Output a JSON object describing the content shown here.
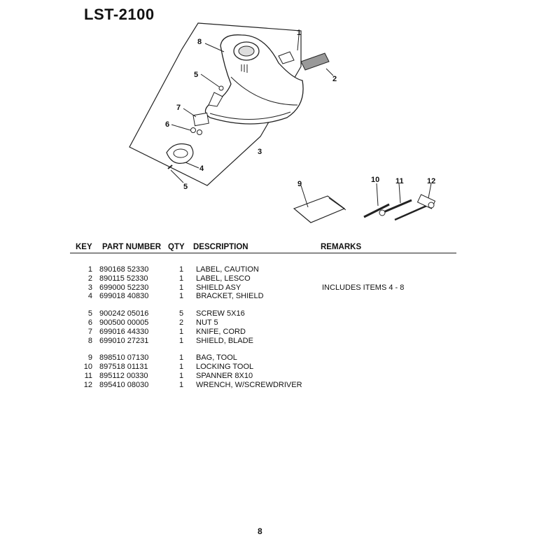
{
  "header": {
    "model": "LST-2100"
  },
  "diagram": {
    "callouts": [
      "1",
      "2",
      "3",
      "4",
      "5",
      "5",
      "6",
      "7",
      "8",
      "9",
      "10",
      "11",
      "12"
    ]
  },
  "table": {
    "columns": {
      "key": "KEY",
      "part_number": "PART NUMBER",
      "qty": "QTY",
      "description": "DESCRIPTION",
      "remarks": "REMARKS"
    },
    "groups": [
      [
        {
          "key": "1",
          "part_number": "890168 52330",
          "qty": "1",
          "description": "LABEL, CAUTION",
          "remarks": ""
        },
        {
          "key": "2",
          "part_number": "890115 52330",
          "qty": "1",
          "description": "LABEL, LESCO",
          "remarks": ""
        },
        {
          "key": "3",
          "part_number": "699000 52230",
          "qty": "1",
          "description": "SHIELD ASY",
          "remarks": "INCLUDES ITEMS 4 - 8"
        },
        {
          "key": "4",
          "part_number": "699018 40830",
          "qty": "1",
          "description": "BRACKET, SHIELD",
          "remarks": ""
        }
      ],
      [
        {
          "key": "5",
          "part_number": "900242 05016",
          "qty": "5",
          "description": "SCREW  5X16",
          "remarks": ""
        },
        {
          "key": "6",
          "part_number": "900500 00005",
          "qty": "2",
          "description": "NUT  5",
          "remarks": ""
        },
        {
          "key": "7",
          "part_number": "699016 44330",
          "qty": "1",
          "description": "KNIFE, CORD",
          "remarks": ""
        },
        {
          "key": "8",
          "part_number": "699010 27231",
          "qty": "1",
          "description": "SHIELD, BLADE",
          "remarks": ""
        }
      ],
      [
        {
          "key": "9",
          "part_number": "898510 07130",
          "qty": "1",
          "description": "BAG, TOOL",
          "remarks": ""
        },
        {
          "key": "10",
          "part_number": "897518 01131",
          "qty": "1",
          "description": "LOCKING TOOL",
          "remarks": ""
        },
        {
          "key": "11",
          "part_number": "895112 00330",
          "qty": "1",
          "description": "SPANNER  8X10",
          "remarks": ""
        },
        {
          "key": "12",
          "part_number": "895410 08030",
          "qty": "1",
          "description": "WRENCH, W/SCREWDRIVER",
          "remarks": ""
        }
      ]
    ]
  },
  "footer": {
    "page_number": "8"
  }
}
